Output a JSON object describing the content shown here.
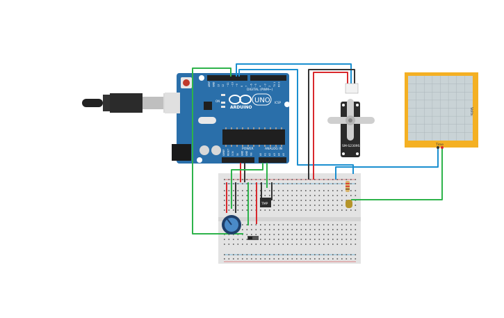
{
  "arduino": {
    "brand": "ARDUINO",
    "model": "UNO",
    "digital_label": "DIGITAL (PWM~)",
    "power_label": "POWER",
    "analog_label": "ANALOG IN",
    "icsp_label": "ICSP",
    "on_label": "ON",
    "digital_pins": [
      "AREF",
      "GND",
      "13",
      "12",
      "~11",
      "~10",
      "~9",
      "8",
      "7",
      "~6",
      "~5",
      "4",
      "~3",
      "2",
      "TX 1",
      "RX 0"
    ],
    "power_pins": [
      "IOREF",
      "RESET",
      "3.3V",
      "5V",
      "GND",
      "GND",
      "Vin"
    ],
    "analog_pins": [
      "A0",
      "A1",
      "A2",
      "A3",
      "A4",
      "A5"
    ]
  },
  "servo": {
    "label": "SM-S2309S"
  },
  "sensor": {
    "label": "TMP"
  },
  "oscilloscope": {
    "side_label": "Volts",
    "bottom_label": "Time"
  },
  "colors": {
    "board": "#2a6faa",
    "wire_green": "#2db34a",
    "wire_blue": "#1a8fd0",
    "wire_red": "#d8282c",
    "wire_black": "#333333",
    "scope_frame": "#f4b023",
    "scope_screen": "#c9d3d6"
  }
}
